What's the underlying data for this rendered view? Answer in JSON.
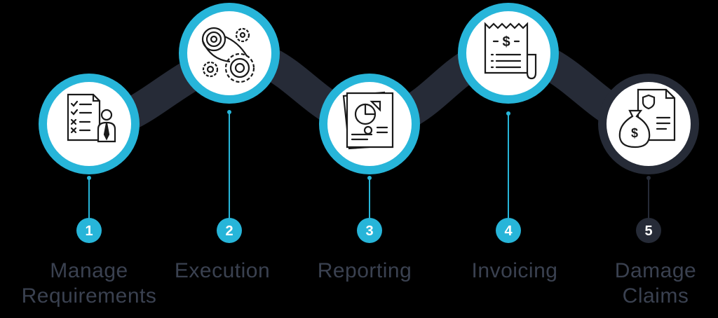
{
  "colors": {
    "background": "#000000",
    "connector": "#262b37",
    "accent": "#27b5d9",
    "dark_step": "#262b37",
    "icon_fill": "#ffffff",
    "icon_stroke": "#1a1a1a",
    "label": "#3a4150"
  },
  "steps": [
    {
      "number": "1",
      "label_lines": [
        "Manage",
        "Requirements"
      ],
      "icon": "checklist-person-icon",
      "style": "accent"
    },
    {
      "number": "2",
      "label_lines": [
        "Execution"
      ],
      "icon": "gears-icon",
      "style": "accent"
    },
    {
      "number": "3",
      "label_lines": [
        "Reporting"
      ],
      "icon": "report-chart-icon",
      "style": "accent"
    },
    {
      "number": "4",
      "label_lines": [
        "Invoicing"
      ],
      "icon": "receipt-dollar-icon",
      "style": "accent"
    },
    {
      "number": "5",
      "label_lines": [
        "Damage",
        "Claims"
      ],
      "icon": "money-bag-claim-icon",
      "style": "dark"
    }
  ]
}
